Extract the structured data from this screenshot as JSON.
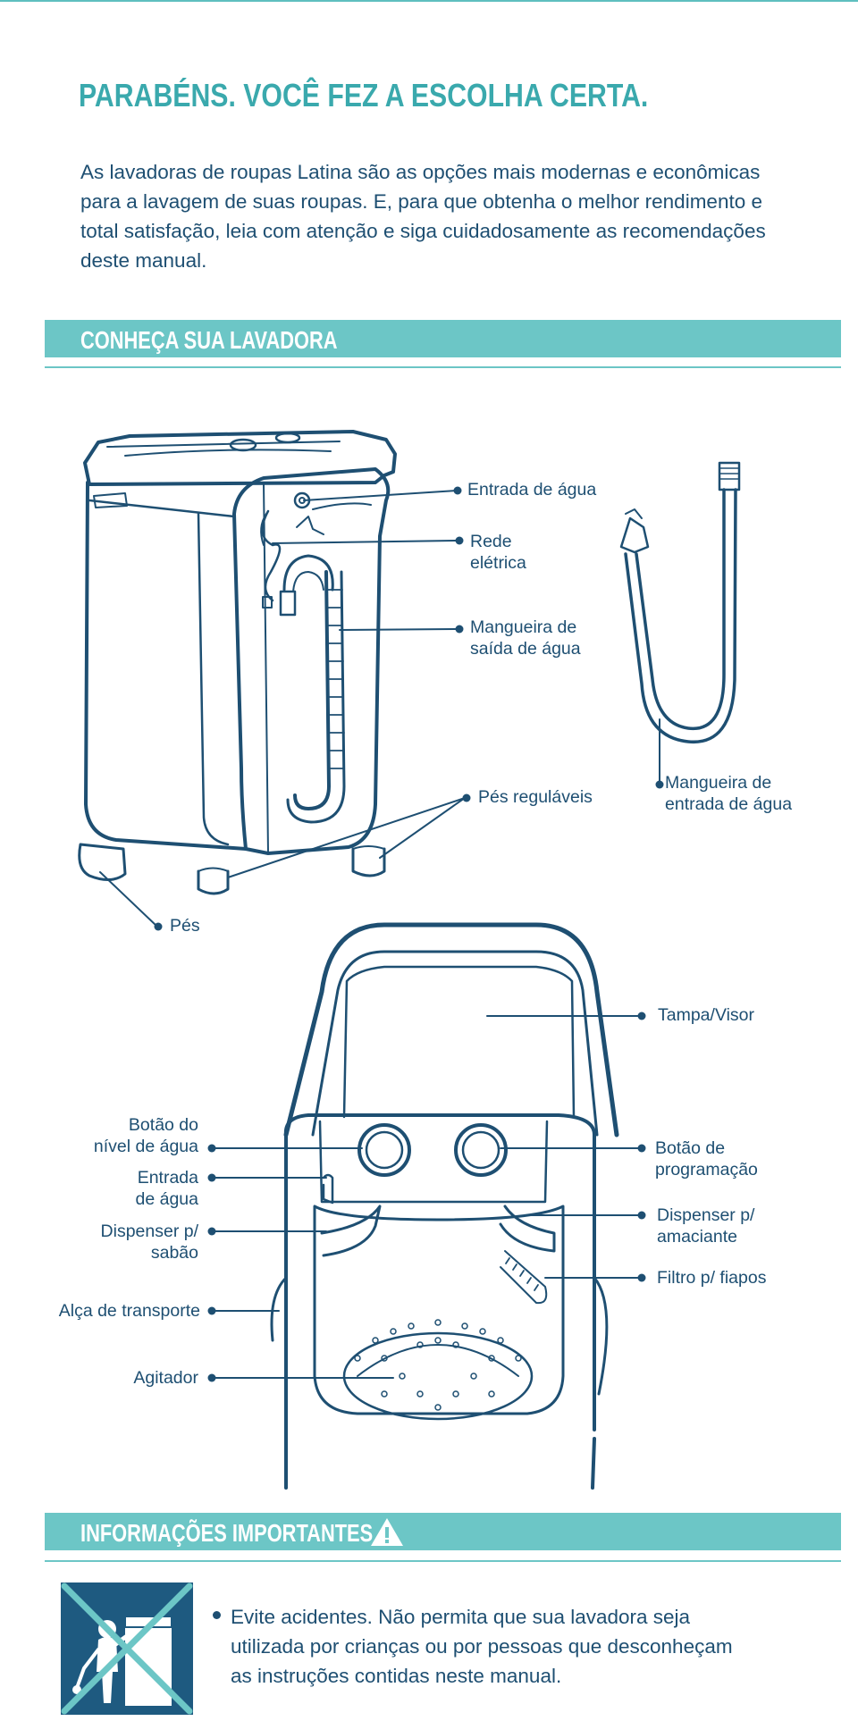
{
  "header": {
    "title": "PARABÉNS. VOCÊ FEZ A ESCOLHA CERTA.",
    "intro": "As lavadoras de roupas Latina são as opções mais modernas e econômicas para a lavagem de suas roupas. E, para que obtenha o melhor rendimento e total satisfação, leia com atenção e siga cuidadosamente as recomendações deste manual."
  },
  "section_know": {
    "title": "CONHEÇA SUA LAVADORA",
    "labels": {
      "water_inlet": "Entrada de água",
      "power_cord": "Rede\nelétrica",
      "drain_hose": "Mangueira de\nsaída de água",
      "adjustable_feet": "Pés reguláveis",
      "inlet_hose": "Mangueira de\nentrada de água",
      "feet": "Pés",
      "lid": "Tampa/Visor",
      "water_level_knob": "Botão do\nnível de água",
      "top_water_inlet": "Entrada\nde água",
      "soap_dispenser": "Dispenser p/\nsabão",
      "carry_handle": "Alça de transporte",
      "agitator": "Agitador",
      "program_knob": "Botão de\nprogramação",
      "softener_dispenser": "Dispenser p/\namaciante",
      "lint_filter": "Filtro p/ fiapos"
    }
  },
  "section_info": {
    "title": "INFORMAÇÕES IMPORTANTES",
    "warning": "Evite acidentes. Não permita que sua lavadora seja utilizada por crianças ou por pessoas que desconheçam as instruções contidas neste manual."
  },
  "colors": {
    "teal": "#6cc6c6",
    "title_teal": "#3aa9ad",
    "navy": "#1e4f72"
  },
  "icons": [
    "warning-triangle-icon",
    "no-children-icon"
  ]
}
